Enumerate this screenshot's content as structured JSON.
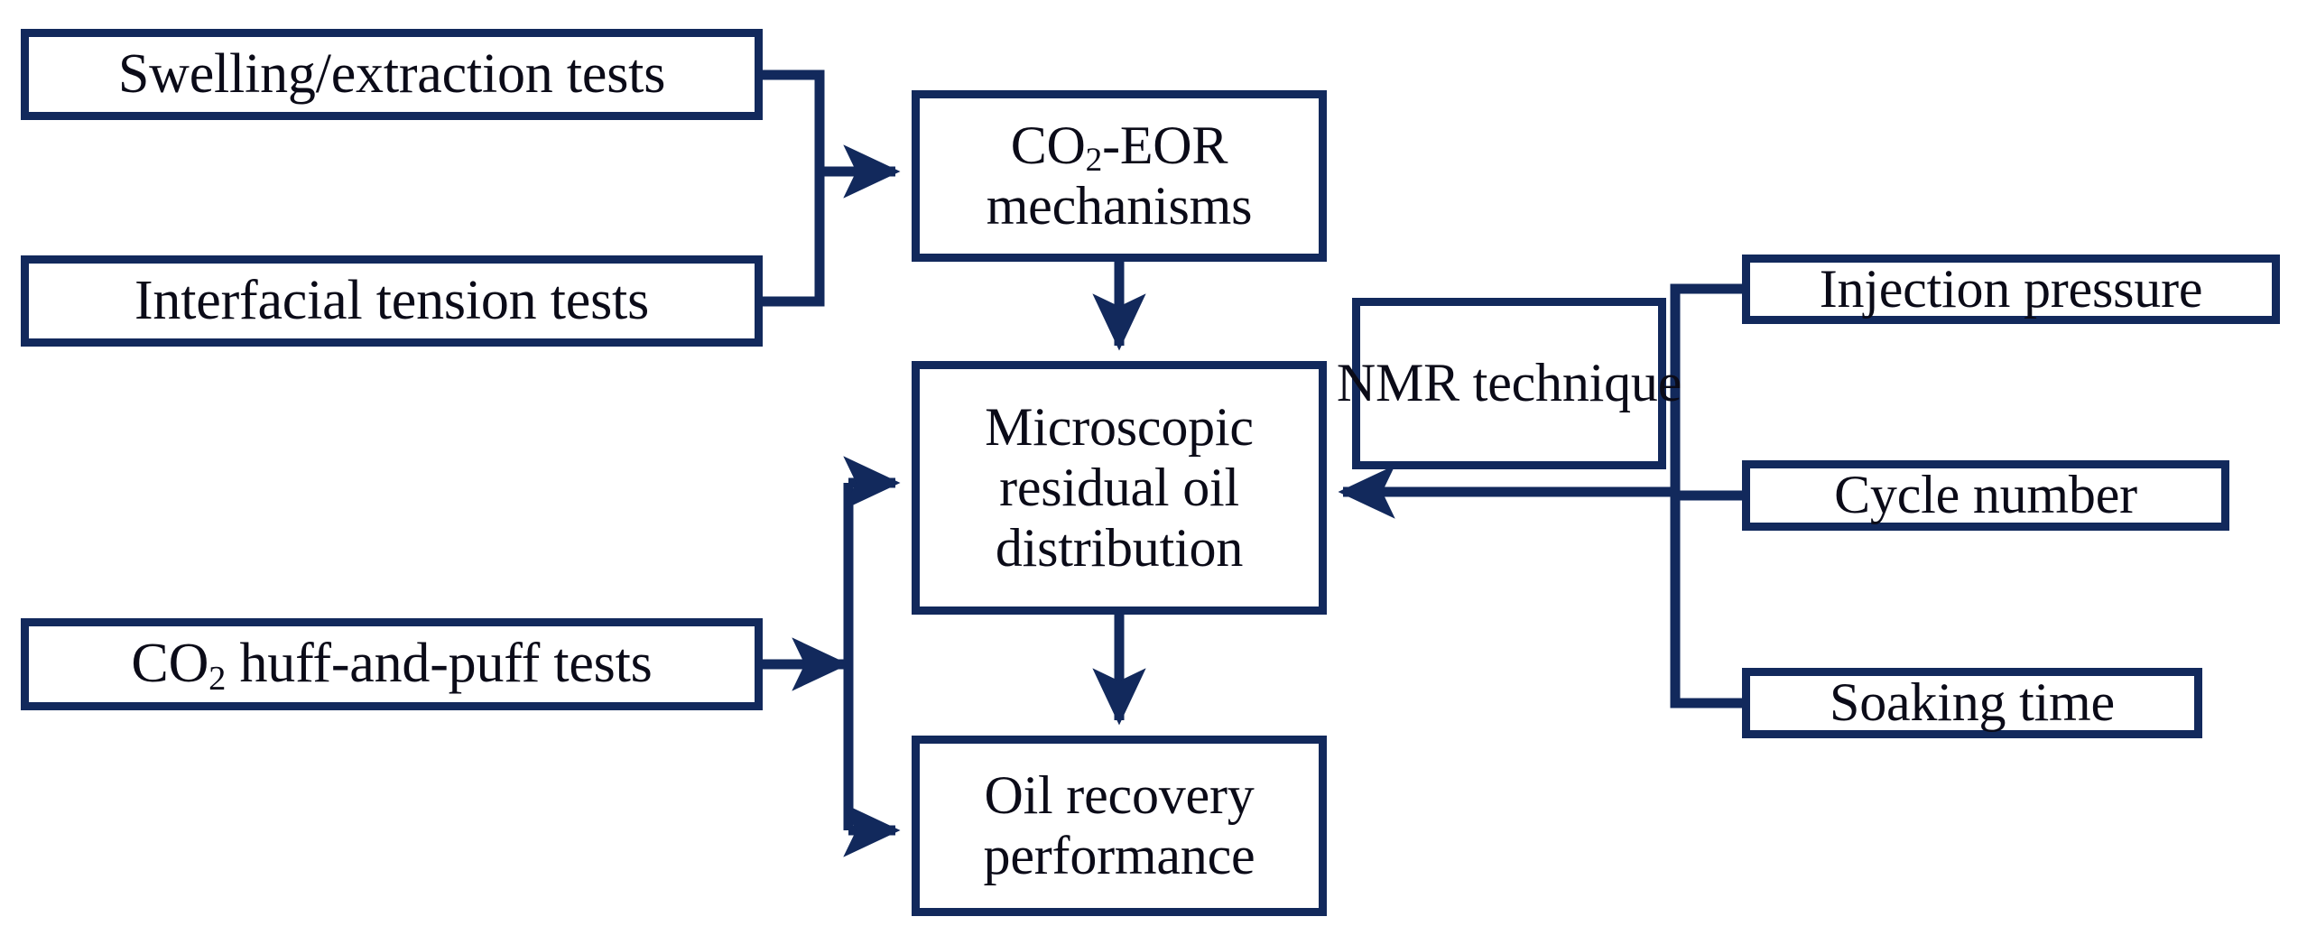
{
  "diagram": {
    "title": "CO2-EOR experimental workflow flowchart",
    "background_color": "#ffffff",
    "line_color": "#12295c",
    "text_color": "#0b0b18"
  },
  "nodes": {
    "swelling": {
      "label": "Swelling/extraction tests"
    },
    "interfacial": {
      "label": "Interfacial tension tests"
    },
    "huffpuff": {
      "label_prefix": "CO",
      "label_sub": "2",
      "label_suffix": " huff-and-puff tests",
      "label_plain": "CO2 huff-and-puff tests"
    },
    "co2eor": {
      "label_prefix": "CO",
      "label_sub": "2",
      "label_suffix": "-EOR\nmechanisms",
      "label_plain": "CO2-EOR mechanisms"
    },
    "microscopic": {
      "label": "Microscopic\nresidual oil\ndistribution"
    },
    "oilrecovery": {
      "label": "Oil recovery\nperformance"
    },
    "nmr": {
      "label": "NMR\ntechnique"
    },
    "injection": {
      "label": "Injection pressure"
    },
    "cycle": {
      "label": "Cycle number"
    },
    "soaking": {
      "label": "Soaking time"
    }
  },
  "edges": [
    {
      "id": "swelling-to-co2eor",
      "from": "swelling",
      "to": "co2eor",
      "style": "elbow-merge",
      "arrow": true
    },
    {
      "id": "interfacial-to-co2eor",
      "from": "interfacial",
      "to": "co2eor",
      "style": "elbow-merge",
      "arrow": true
    },
    {
      "id": "co2eor-to-microscopic",
      "from": "co2eor",
      "to": "microscopic",
      "style": "straight-down",
      "arrow": true
    },
    {
      "id": "microscopic-to-oilrecovery",
      "from": "microscopic",
      "to": "oilrecovery",
      "style": "straight-down",
      "arrow": true
    },
    {
      "id": "huffpuff-to-microscopic",
      "from": "huffpuff",
      "to": "microscopic",
      "style": "elbow-split-up",
      "arrow": true
    },
    {
      "id": "huffpuff-to-oilrecovery",
      "from": "huffpuff",
      "to": "oilrecovery",
      "style": "elbow-split-down",
      "arrow": true
    },
    {
      "id": "injection-to-microscopic",
      "from": "injection",
      "to": "microscopic",
      "style": "elbow-bus-left",
      "arrow": true
    },
    {
      "id": "cycle-to-microscopic",
      "from": "cycle",
      "to": "microscopic",
      "style": "bus-left",
      "arrow": true
    },
    {
      "id": "soaking-to-microscopic",
      "from": "soaking",
      "to": "microscopic",
      "style": "elbow-bus-left",
      "arrow": true
    }
  ]
}
